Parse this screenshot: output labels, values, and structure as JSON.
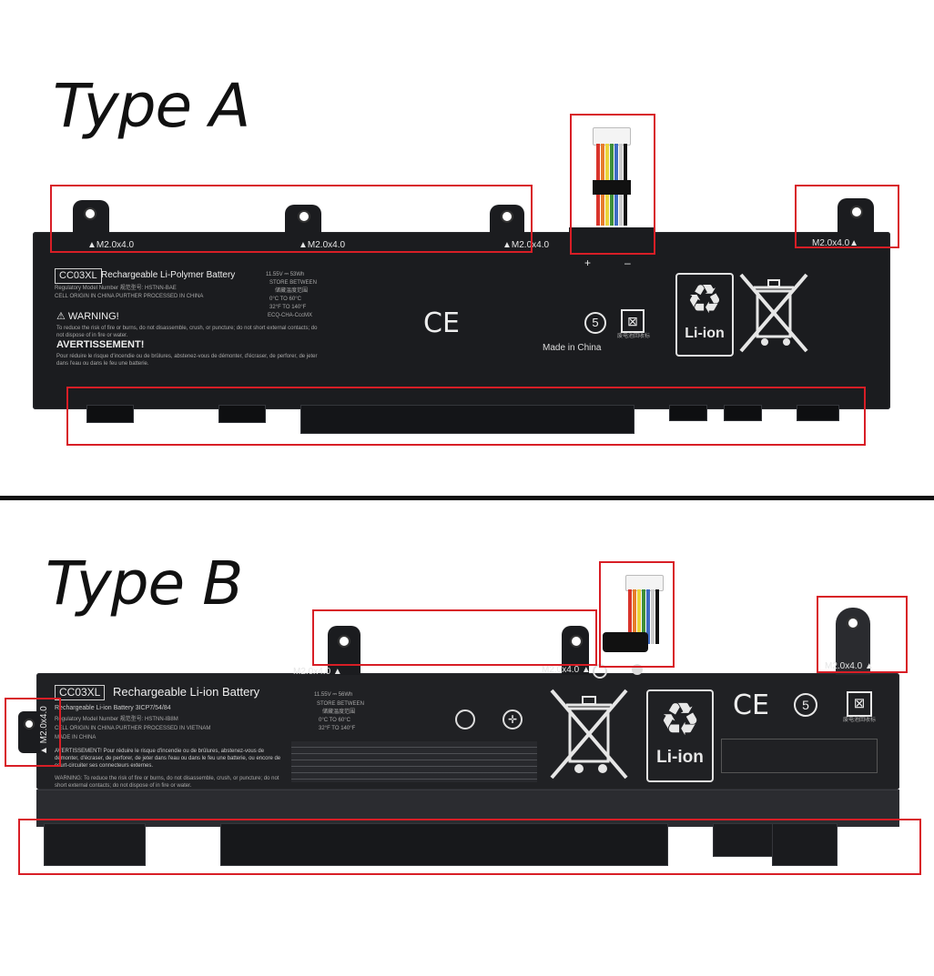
{
  "type_a": {
    "title": "Type A",
    "screw_labels": [
      "▲M2.0x4.0",
      "▲M2.0x4.0",
      "▲M2.0x4.0",
      "M2.0x4.0▲"
    ],
    "polarity": [
      "+",
      "–"
    ],
    "model": "CC03XL",
    "battery_title": "Rechargeable Li-Polymer Battery",
    "reg_line": "Regulatory Model Number 规范型号: HSTNN-BAE",
    "origin_line": "CELL ORIGIN IN CHINA PURTHER PROCESSED IN CHINA",
    "warning_heading": "⚠ WARNING!",
    "warning_text": "To reduce the risk of fire or burns, do not disassemble, crush, or puncture; do not short external contacts; do not dispose of in fire or water.",
    "avert_heading": "AVERTISSEMENT!",
    "avert_text": "Pour réduire le risque d'incendie ou de brûlures, abstenez-vous de démonter, d'écraser, de perforer, de jeter dans l'eau ou dans le feu une batterie.",
    "specs": [
      "11.55V ⎓ 53Wh",
      "STORE BETWEEN",
      "储藏温度范围",
      "0°C TO 60°C",
      "32°F TO 140°F",
      "ECQ-CHA-CccMX"
    ],
    "ce": "CE",
    "made_in": "Made in China",
    "recycle_label": "Li-ion",
    "recycle_symbol": "♻",
    "circle5": "5",
    "cert_small": "废电池回收标"
  },
  "type_b": {
    "title": "Type B",
    "screw_labels": [
      "M2.0x4.0 ▲",
      "M2.0x4.0 ▲",
      "M2.0x4.0 ▲",
      "▲ M2.0x4.0"
    ],
    "model": "CC03XL",
    "battery_title": "Rechargeable Li-ion Battery",
    "cell_line": "Rechargeable Li-ion Battery  3ICP7/54/84",
    "reg_line": "Regulatory Model Number 规范型号: HSTNN-IB8M",
    "origin_line": "CELL ORIGIN IN CHINA PURTHER PROCESSED IN VIETNAM",
    "made_line": "MADE IN CHINA",
    "avert_text": "AVERTISSEMENT! Pour réduire le risque d'incendie ou de brûlures, abstenez-vous de démonter, d'écraser, de perforer, de jeter dans l'eau ou dans le feu une batterie, ou encore de court-circuiter ses connecteurs externes.",
    "warning_text": "WARNING: To reduce the risk of fire or burns, do not disassemble, crush, or puncture; do not short external contacts; do not dispose of in fire or water.",
    "specs": [
      "11.55V ⎓ 56Wh",
      "STORE BETWEEN",
      "储藏温度范围",
      "0°C TO 60°C",
      "32°F TO 140°F"
    ],
    "ce": "CE",
    "recycle_label": "Li-ion",
    "recycle_symbol": "♻",
    "circle5": "5",
    "cert_small": "废电池回收标"
  }
}
